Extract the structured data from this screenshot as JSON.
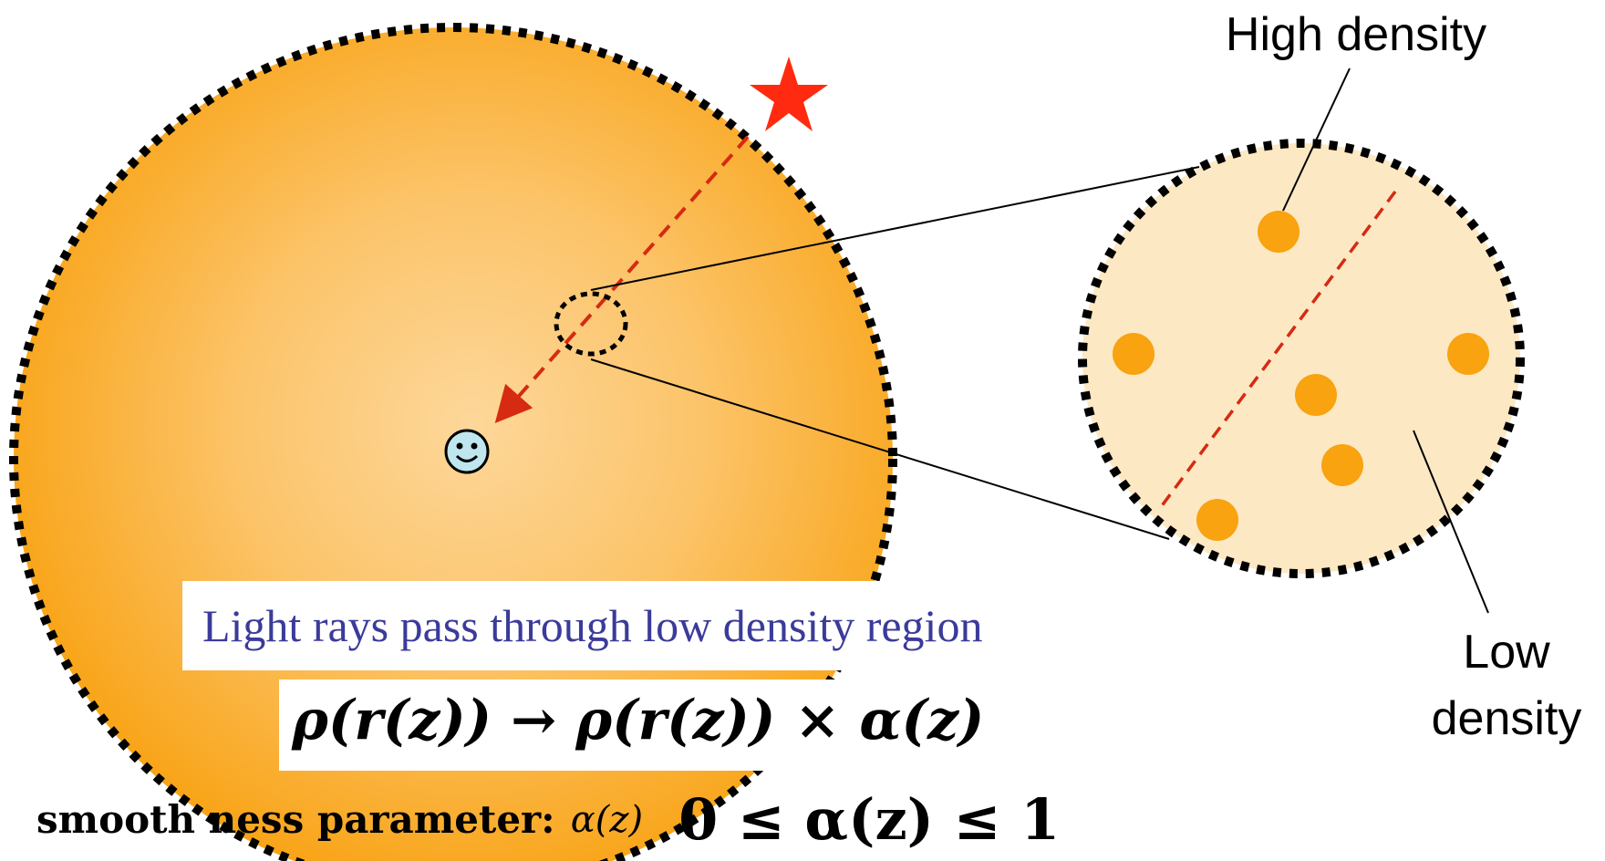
{
  "labels": {
    "high_density": "High density",
    "low_density_line1": "Low",
    "low_density_line2": "density"
  },
  "caption": "Light rays pass through low density region",
  "formula": "ρ(r(z)) → ρ(r(z)) × α(z)",
  "smoothness": {
    "label": "smooth ness parameter:",
    "alpha": "α(z)",
    "range": "0 ≤ α(z) ≤ 1"
  },
  "colors": {
    "sphere_outer": "#f8a00d",
    "sphere_inner": "#fdd79a",
    "zoom_fill": "#fde8c4",
    "clump": "#f8a30f",
    "ray": "#d62a12",
    "star": "#ff2a0f",
    "observer_face": "#bfe6ee",
    "caption_text": "#3b3b9b"
  },
  "icons": [
    "star-icon",
    "observer-smiley-icon"
  ]
}
